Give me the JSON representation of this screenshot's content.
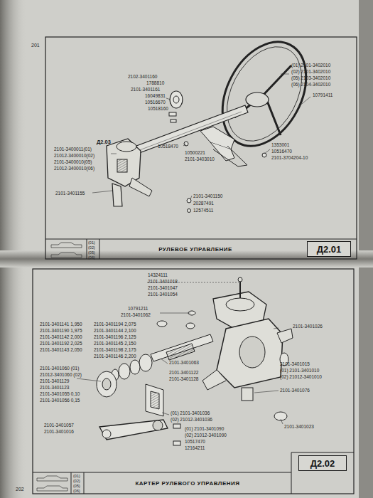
{
  "diagram": {
    "nodes": [
      {
        "text": [
          "РУЛЕВОЕ УПРАВЛЕНИЕ"
        ]
      },
      {
        "text": [
          "Д2.01"
        ]
      },
      {
        "text": [
          "Д2.02"
        ]
      },
      {
        "text": [
          "КАРТЕР РУЛЕВОГО УПРАВЛЕНИЯ"
        ]
      }
    ],
    "labels": [
      "201",
      "(01) 2101-3402010",
      "(02) 2101-3402010",
      "(05) 2103-3402010",
      "(06) 2104-3402010",
      "10791411",
      "2102-3401160",
      "1788810",
      "2101-3401161",
      "16049831",
      "10516670",
      "10518160",
      "2101-3400011(01)",
      "21012-3400010(02)",
      "2101-3400010(05)",
      "21012-3400010(06)",
      "Д2.03",
      "2101-3401155",
      "10518470",
      "10500221",
      "2101-3403010",
      "1353001",
      "10516470",
      "2101-3704204-10",
      "2101-3401150",
      "20287491",
      "12574511",
      "(01)",
      "(02)",
      "(05)",
      "(06)",
      "14324111",
      "2101-3401018",
      "2101-3401047",
      "2101-3401054",
      "10791211",
      "2101-3401062",
      "2101-3401141 1,950",
      "2101-3401190 1,975",
      "2101-3401142 2,000",
      "2101-3401192 2,025",
      "2101-3401143 2,050",
      "2101-3401194 2,075",
      "2101-3401144 2,100",
      "2101-3401196 2,125",
      "2101-3401145 2,150",
      "2101-3401198 2,175",
      "2101-3401146 2,200",
      "2101-3401063",
      "2101-3401122",
      "2101-3401128",
      "2101-3401060 (01)",
      "21012-3401060 (02)",
      "2101-3401129",
      "2101-3401123",
      "2101-3401055 0,10",
      "2101-3401056 0,15",
      "2101-3401057",
      "2101-3401016",
      "2101-3401026",
      "2101-3401015",
      "(01) 2101-3401010",
      "(02) 21012-3401010",
      "2101-3401076",
      "(01) 2101-3401036",
      "(02) 21012-3401036",
      "(01) 2101-3401090",
      "(02) 21012-3401090",
      "10517470",
      "12164211",
      "2101-3401023",
      "(01)",
      "(02)",
      "(05)",
      "(06)",
      "202"
    ]
  }
}
